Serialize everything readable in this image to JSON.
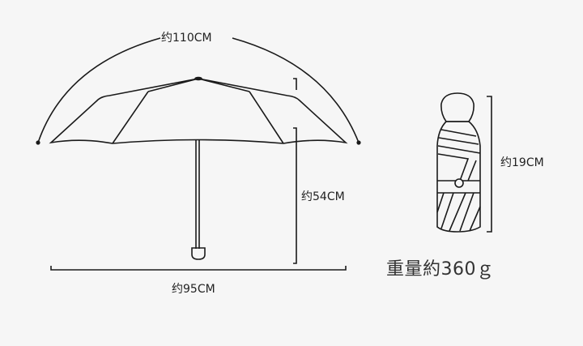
{
  "labels": {
    "arc_length": "约110CM",
    "height": "约54CM",
    "diameter": "约95CM",
    "folded_length": "约19CM",
    "weight": "重量約360ｇ"
  },
  "colors": {
    "line": "#1a1a1a",
    "background": "#f6f6f6"
  }
}
